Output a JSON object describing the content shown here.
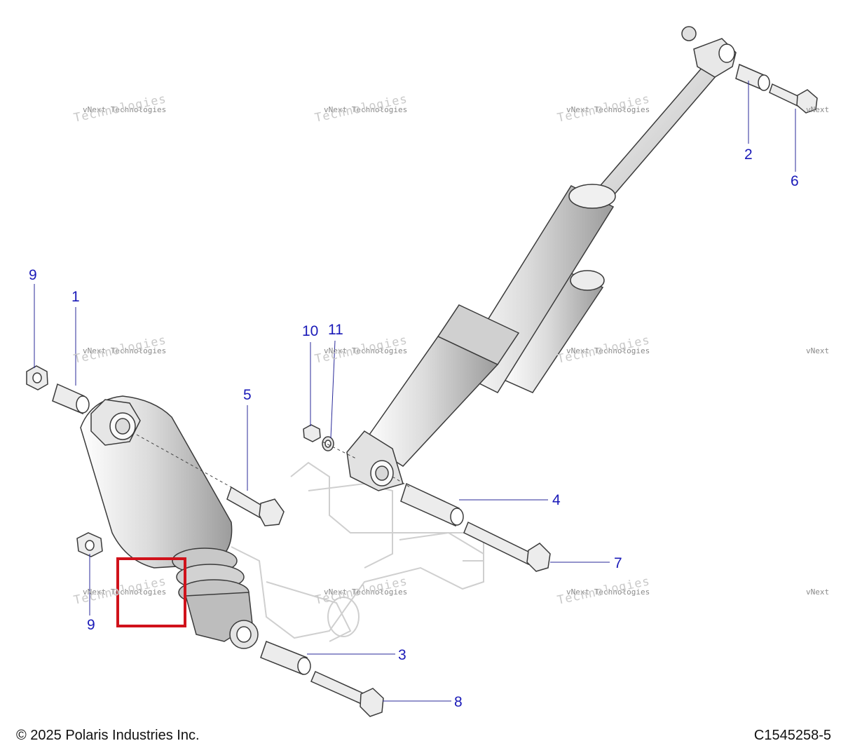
{
  "callouts": [
    "9",
    "1",
    "5",
    "10",
    "11",
    "2",
    "6",
    "4",
    "7",
    "9",
    "3",
    "8"
  ],
  "watermark": {
    "line1": "vNext Technologies",
    "line2": "vNext",
    "line3": "Technologies"
  },
  "footer": {
    "copyright": "© 2025 Polaris Industries Inc.",
    "code": "C1545258-5"
  },
  "colors": {
    "callout": "#1a1ab8",
    "highlight": "#d0121b",
    "part_fill": "#d9d9d9",
    "part_stroke": "#3a3a3a"
  }
}
